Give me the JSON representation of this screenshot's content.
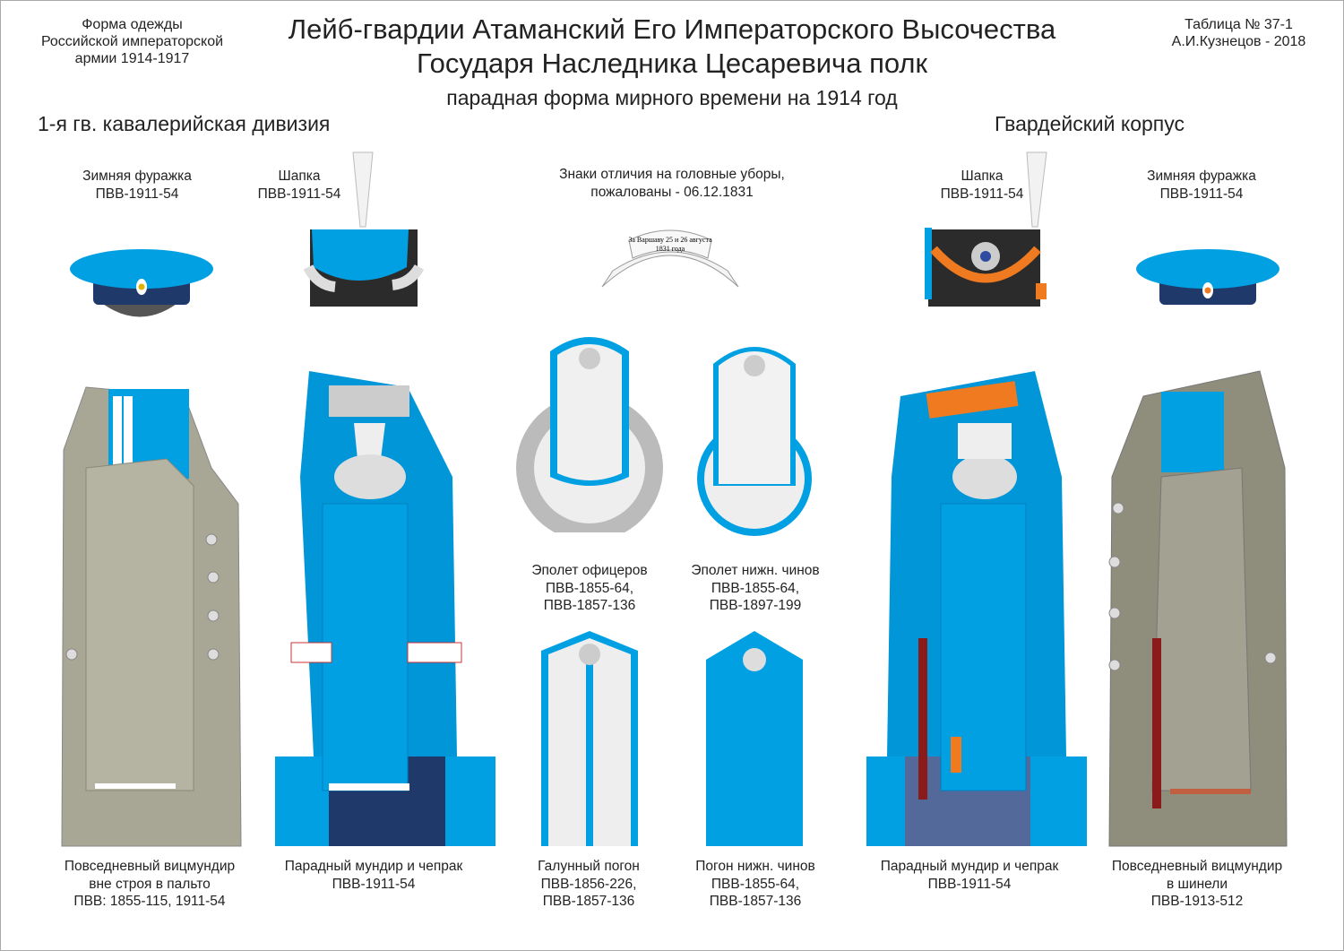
{
  "header": {
    "left_lines": [
      "Форма одежды",
      "Российской императорской",
      "армии  1914-1917"
    ],
    "title_line1": "Лейб-гвардии Атаманский Его Императорского Высочества",
    "title_line2": "Государя Наследника Цесаревича полк",
    "subtitle": "парадная форма мирного времени на 1914 год",
    "right_lines": [
      "Таблица № 37-1",
      "А.И.Кузнецов - 2018"
    ],
    "division": "1-я гв. кавалерийская дивизия",
    "corps": "Гвардейский корпус"
  },
  "headgear": {
    "cap_left": [
      "Зимняя фуражка",
      "ПВВ-1911-54"
    ],
    "shapka_left": [
      "Шапка",
      "ПВВ-1911-54"
    ],
    "insignia": [
      "Знаки отличия на головные уборы,",
      "пожалованы - 06.12.1831"
    ],
    "ribbon_text": [
      "За Варшаву 25 и 26 августа",
      "1831 года"
    ],
    "shapka_right": [
      "Шапка",
      "ПВВ-1911-54"
    ],
    "cap_right": [
      "Зимняя фуражка",
      "ПВВ-1911-54"
    ]
  },
  "epaulettes": {
    "officer": [
      "Эполет офицеров",
      "ПВВ-1855-64,",
      "ПВВ-1857-136"
    ],
    "lower": [
      "Эполет нижн. чинов",
      "ПВВ-1855-64,",
      "ПВВ-1897-199"
    ]
  },
  "bottom": [
    [
      "Повседневный вицмундир",
      "вне строя в пальто",
      "ПВВ: 1855-115, 1911-54"
    ],
    [
      "Парадный мундир и чепрак",
      "ПВВ-1911-54"
    ],
    [
      "Галунный погон",
      "ПВВ-1856-226,",
      "ПВВ-1857-136"
    ],
    [
      "Погон нижн. чинов",
      "ПВВ-1855-64,",
      "ПВВ-1857-136"
    ],
    [
      "Парадный мундир и чепрак",
      "ПВВ-1911-54"
    ],
    [
      "Повседневный вицмундир",
      "в шинели",
      "ПВВ-1913-512"
    ]
  ],
  "colors": {
    "blue": "#00a0e3",
    "navy": "#1f3a6a",
    "grey": "#a8a694",
    "orange": "#f07a20",
    "silver": "#e6e6e6"
  }
}
